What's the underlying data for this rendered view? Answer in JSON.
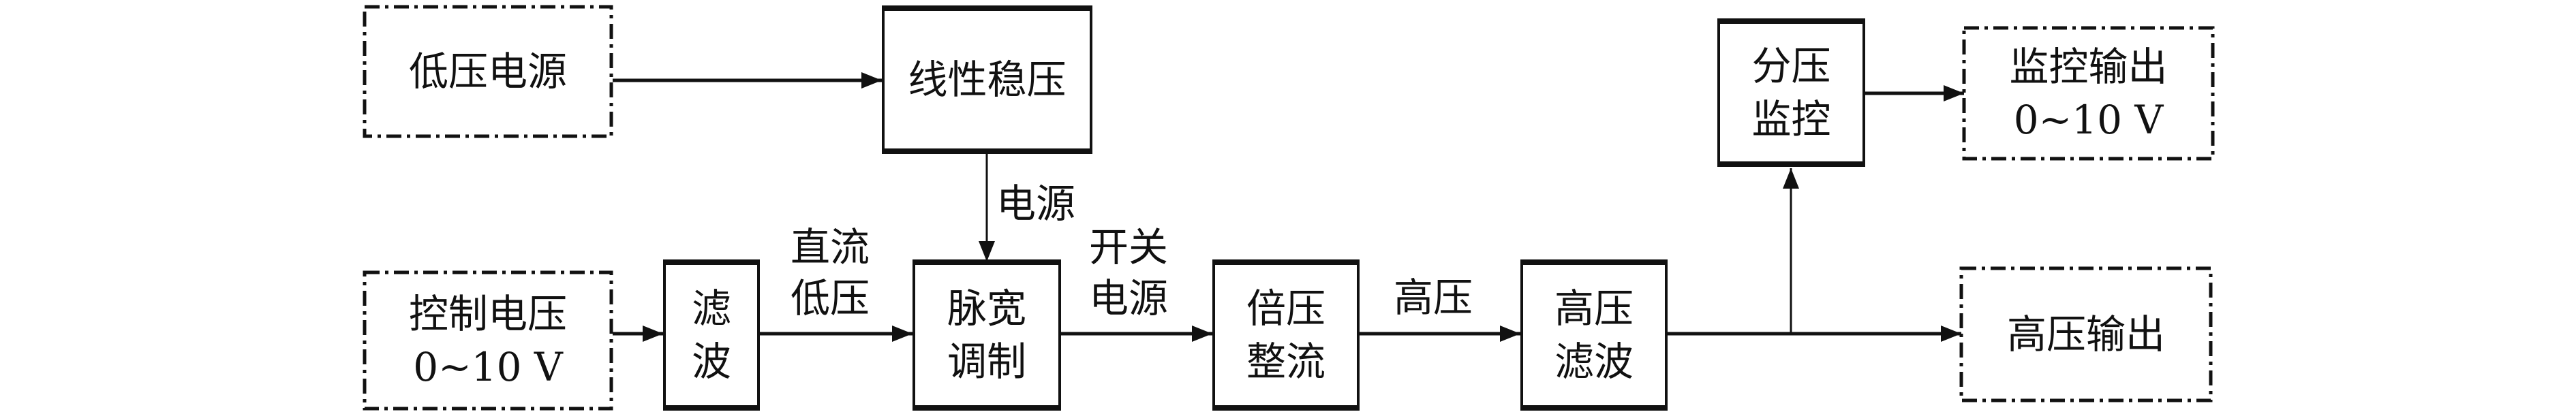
{
  "blocks": {
    "low_voltage_source": {
      "label": "低压电源"
    },
    "linear_regulator": {
      "label": "线性稳压"
    },
    "control_voltage": {
      "label": "控制电压",
      "range": "0~10 V"
    },
    "filter": {
      "line1": "滤",
      "line2": "波"
    },
    "pwm": {
      "line1": "脉宽",
      "line2": "调制"
    },
    "voltage_doubler": {
      "line1": "倍压",
      "line2": "整流"
    },
    "hv_filter": {
      "line1": "高压",
      "line2": "滤波"
    },
    "divider_monitor": {
      "line1": "分压",
      "line2": "监控"
    },
    "monitor_output": {
      "label": "监控输出",
      "range": "0~10 V"
    },
    "hv_output": {
      "label": "高压输出"
    }
  },
  "edge_labels": {
    "power": "电源",
    "dc_low_1": "直流",
    "dc_low_2": "低压",
    "switch_1": "开关",
    "switch_2": "电源",
    "high_voltage": "高压"
  }
}
